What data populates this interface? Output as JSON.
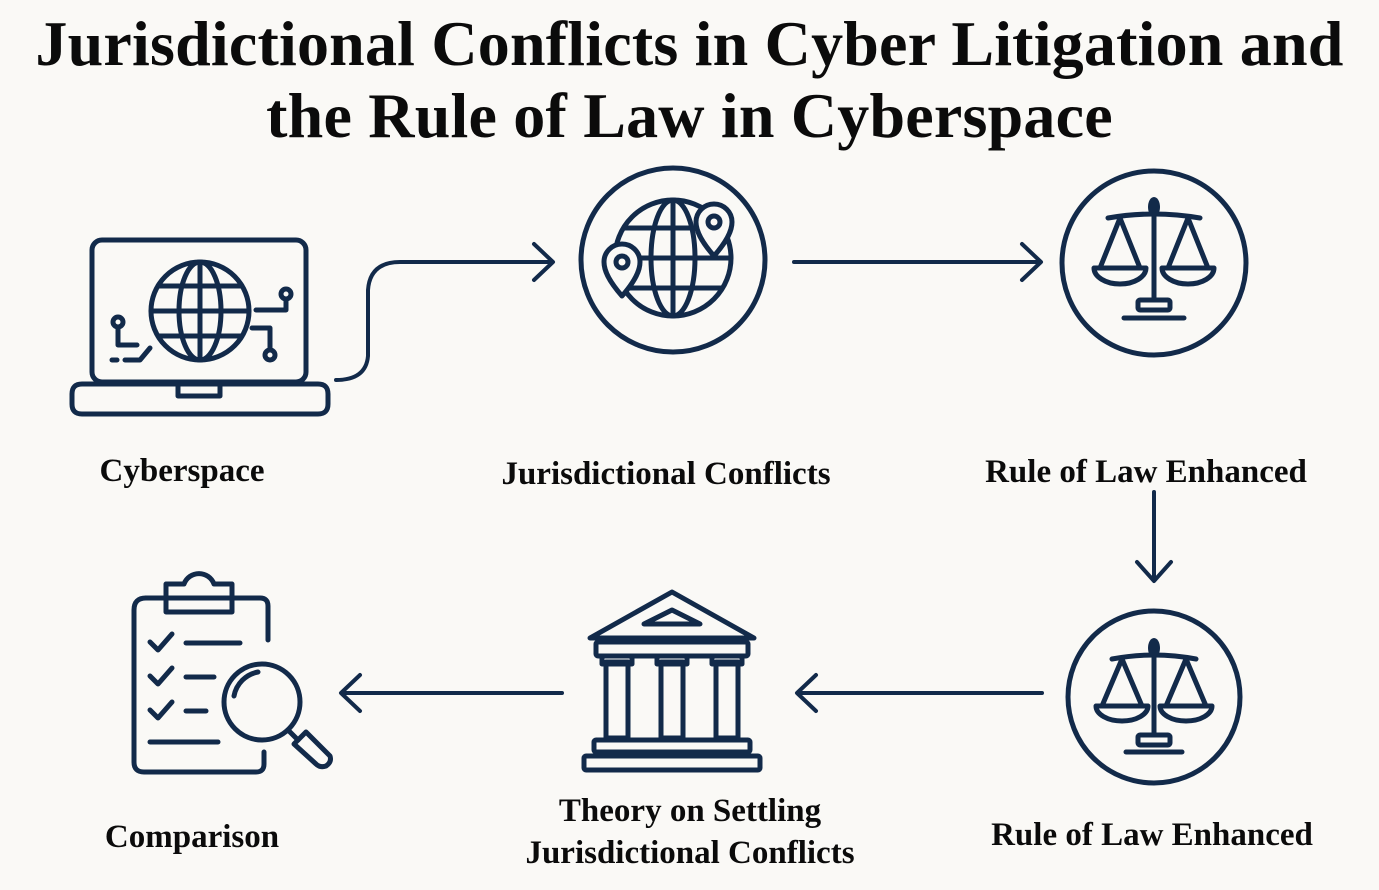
{
  "title": {
    "line1": "Jurisdictional Conflicts in Cyber Litigation and",
    "line2": "the Rule of Law in Cyberspace"
  },
  "nodes": {
    "cyberspace": {
      "label": "Cyberspace",
      "icon": "laptop-globe-icon"
    },
    "jurisdictional_conflicts": {
      "label": "Jurisdictional Conflicts",
      "icon": "globe-location-pins-icon"
    },
    "rule_of_law_1": {
      "label": "Rule of Law Enhanced",
      "icon": "scales-of-justice-icon"
    },
    "rule_of_law_2": {
      "label": "Rule of Law Enhanced",
      "icon": "scales-of-justice-icon"
    },
    "theory": {
      "label_line1": "Theory on Settling",
      "label_line2": "Jurisdictional Conflicts",
      "icon": "courthouse-icon"
    },
    "comparison": {
      "label": "Comparison",
      "icon": "clipboard-magnifier-icon"
    }
  },
  "edges": [
    {
      "from": "Cyberspace",
      "to": "Jurisdictional Conflicts"
    },
    {
      "from": "Jurisdictional Conflicts",
      "to": "Rule of Law Enhanced"
    },
    {
      "from": "Rule of Law Enhanced",
      "to": "Rule of Law Enhanced"
    },
    {
      "from": "Rule of Law Enhanced",
      "to": "Theory on Settling Jurisdictional Conflicts"
    },
    {
      "from": "Theory on Settling Jurisdictional Conflicts",
      "to": "Comparison"
    }
  ],
  "colors": {
    "stroke": "#122a4a",
    "background": "#faf9f6",
    "text": "#0b0b0b"
  }
}
